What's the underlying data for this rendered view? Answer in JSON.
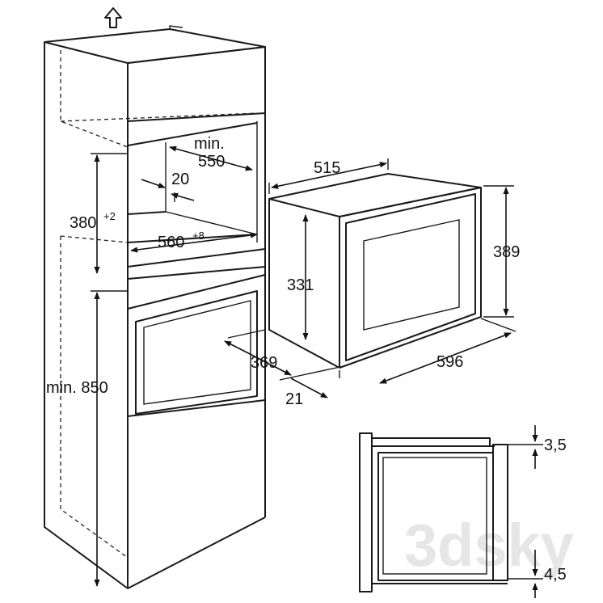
{
  "labels": {
    "min_label": "min.",
    "depth_550": "550",
    "gap_20": "20",
    "height_380": "380",
    "height_380_tol": "+2",
    "width_560": "560",
    "width_560_tol": "+8",
    "height_min_850": "min. 850",
    "depth_369": "369",
    "depth_515": "515",
    "height_331": "331",
    "height_389": "389",
    "width_596": "596",
    "gap_21": "21",
    "gap_3_5": "3,5",
    "gap_4_5": "4,5"
  },
  "watermark": "3dsky",
  "icons": {
    "top": "arrow-up-icon"
  }
}
